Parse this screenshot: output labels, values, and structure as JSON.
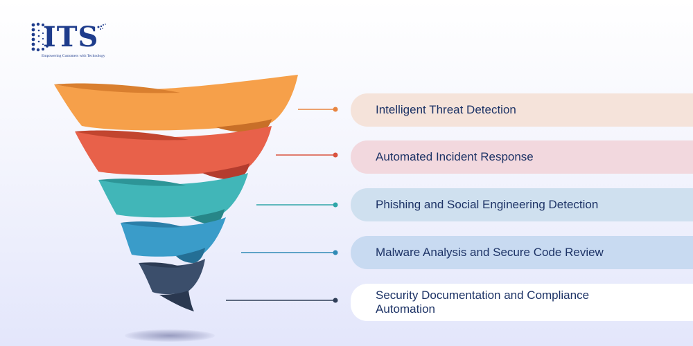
{
  "logo": {
    "wordmark": "ITS",
    "tagline": "Empowering Customers with Technology"
  },
  "items": [
    {
      "label": "Intelligent Threat Detection",
      "color": "#f6a04a"
    },
    {
      "label": "Automated Incident Response",
      "color": "#e8614a"
    },
    {
      "label": "Phishing and Social Engineering Detection",
      "color": "#41b6b8"
    },
    {
      "label": "Malware Analysis and Secure Code Review",
      "color": "#3a9cc9"
    },
    {
      "label": "Security Documentation and Compliance Automation",
      "color": "#3b4e6b"
    }
  ],
  "colors": {
    "text": "#1d3366",
    "brand": "#1e3c8c"
  }
}
